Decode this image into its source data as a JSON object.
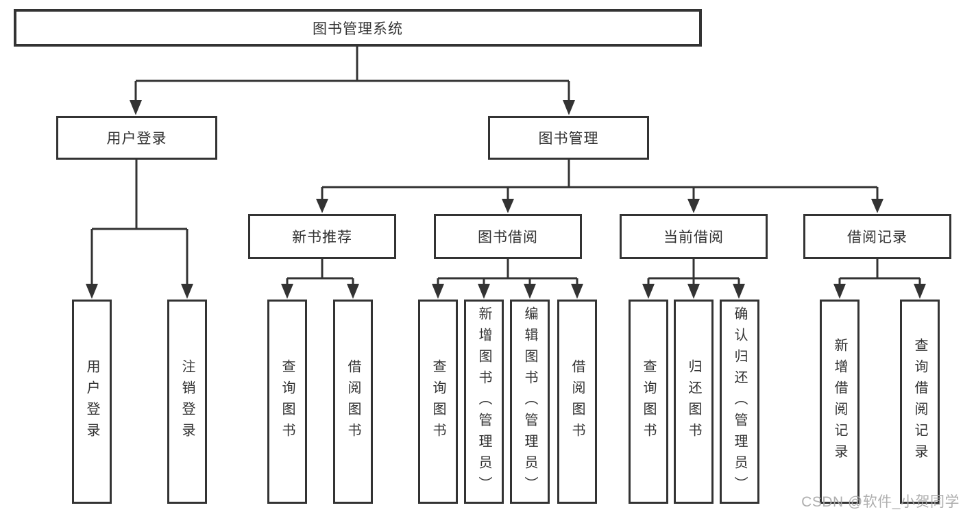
{
  "diagram": {
    "title_node": {
      "label": "图书管理系统"
    },
    "level2": [
      {
        "label": "用户登录"
      },
      {
        "label": "图书管理"
      }
    ],
    "level3": [
      {
        "label": "新书推荐"
      },
      {
        "label": "图书借阅"
      },
      {
        "label": "当前借阅"
      },
      {
        "label": "借阅记录"
      }
    ],
    "leaves": {
      "user_login": [
        {
          "label": "用户登录"
        },
        {
          "label": "注销登录"
        }
      ],
      "new_book_recommend": [
        {
          "label": "查询图书"
        },
        {
          "label": "借阅图书"
        }
      ],
      "book_borrow": [
        {
          "label": "查询图书"
        },
        {
          "label": "新增图书（管理员）"
        },
        {
          "label": "编辑图书（管理员）"
        },
        {
          "label": "借阅图书"
        }
      ],
      "current_borrow": [
        {
          "label": "查询图书"
        },
        {
          "label": "归还图书"
        },
        {
          "label": "确认归还（管理员）"
        }
      ],
      "borrow_records": [
        {
          "label": "新增借阅记录"
        },
        {
          "label": "查询借阅记录"
        }
      ]
    }
  },
  "watermark": {
    "text": "CSDN @软件_小贺同学"
  },
  "colors": {
    "line": "#333333",
    "text": "#333333",
    "background": "#ffffff",
    "watermark": "#a9a9a9"
  }
}
